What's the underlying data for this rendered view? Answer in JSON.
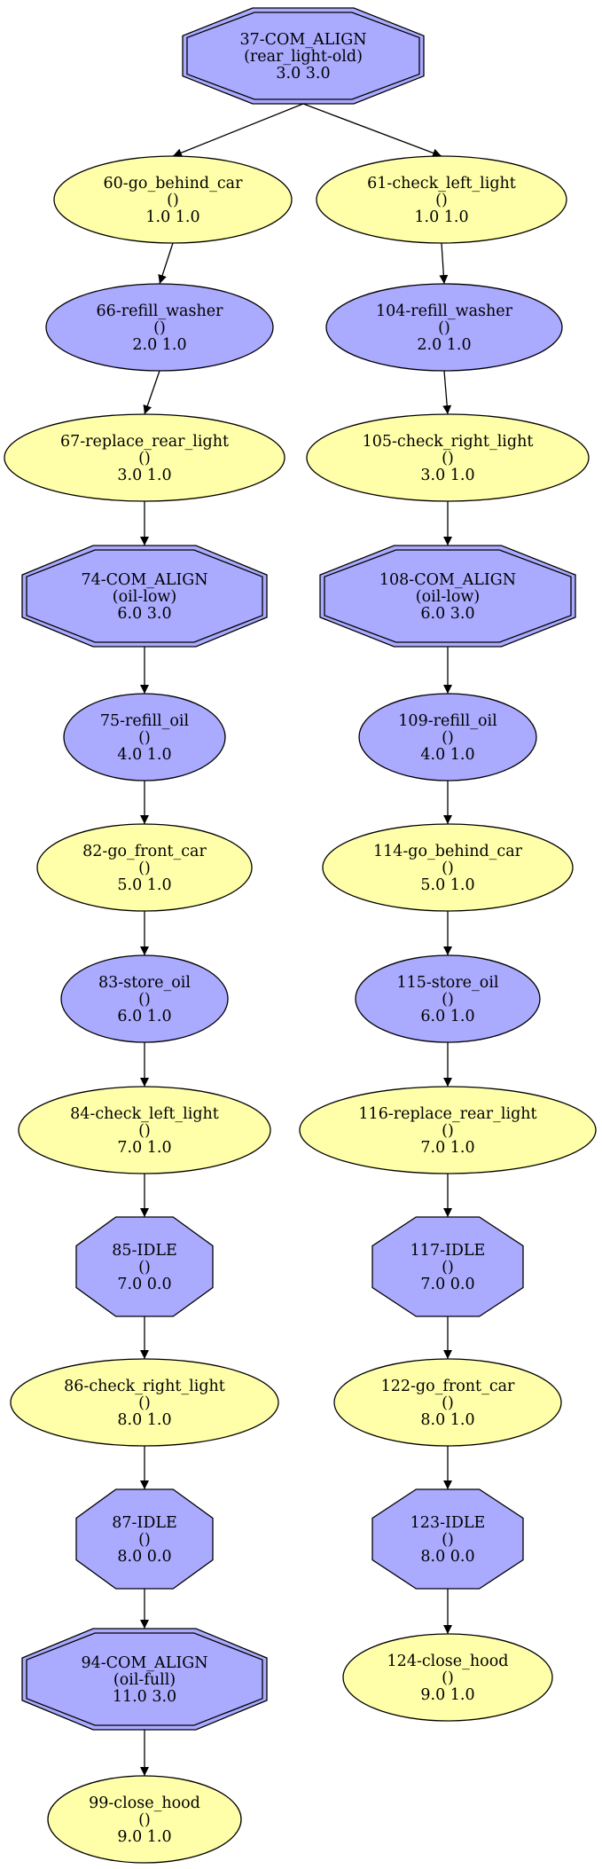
{
  "colors": {
    "yellow_fill": "#ffffaa",
    "blue_fill": "#aaaaff",
    "stroke": "#000000",
    "background": "#ffffff"
  },
  "nodes": [
    {
      "id": "n37",
      "shape": "double-octagon",
      "fill": "blue",
      "lines": [
        "37-COM_ALIGN",
        "(rear_light-old)",
        "3.0 3.0"
      ]
    },
    {
      "id": "n60",
      "shape": "ellipse",
      "fill": "yellow",
      "lines": [
        "60-go_behind_car",
        "()",
        "1.0 1.0"
      ]
    },
    {
      "id": "n61",
      "shape": "ellipse",
      "fill": "yellow",
      "lines": [
        "61-check_left_light",
        "()",
        "1.0 1.0"
      ]
    },
    {
      "id": "n66",
      "shape": "ellipse",
      "fill": "blue",
      "lines": [
        "66-refill_washer",
        "()",
        "2.0 1.0"
      ]
    },
    {
      "id": "n104",
      "shape": "ellipse",
      "fill": "blue",
      "lines": [
        "104-refill_washer",
        "()",
        "2.0 1.0"
      ]
    },
    {
      "id": "n67",
      "shape": "ellipse",
      "fill": "yellow",
      "lines": [
        "67-replace_rear_light",
        "()",
        "3.0 1.0"
      ]
    },
    {
      "id": "n105",
      "shape": "ellipse",
      "fill": "yellow",
      "lines": [
        "105-check_right_light",
        "()",
        "3.0 1.0"
      ]
    },
    {
      "id": "n74",
      "shape": "double-octagon",
      "fill": "blue",
      "lines": [
        "74-COM_ALIGN",
        "(oil-low)",
        "6.0 3.0"
      ]
    },
    {
      "id": "n108",
      "shape": "double-octagon",
      "fill": "blue",
      "lines": [
        "108-COM_ALIGN",
        "(oil-low)",
        "6.0 3.0"
      ]
    },
    {
      "id": "n75",
      "shape": "ellipse",
      "fill": "blue",
      "lines": [
        "75-refill_oil",
        "()",
        "4.0 1.0"
      ]
    },
    {
      "id": "n109",
      "shape": "ellipse",
      "fill": "blue",
      "lines": [
        "109-refill_oil",
        "()",
        "4.0 1.0"
      ]
    },
    {
      "id": "n82",
      "shape": "ellipse",
      "fill": "yellow",
      "lines": [
        "82-go_front_car",
        "()",
        "5.0 1.0"
      ]
    },
    {
      "id": "n114",
      "shape": "ellipse",
      "fill": "yellow",
      "lines": [
        "114-go_behind_car",
        "()",
        "5.0 1.0"
      ]
    },
    {
      "id": "n83",
      "shape": "ellipse",
      "fill": "blue",
      "lines": [
        "83-store_oil",
        "()",
        "6.0 1.0"
      ]
    },
    {
      "id": "n115",
      "shape": "ellipse",
      "fill": "blue",
      "lines": [
        "115-store_oil",
        "()",
        "6.0 1.0"
      ]
    },
    {
      "id": "n84",
      "shape": "ellipse",
      "fill": "yellow",
      "lines": [
        "84-check_left_light",
        "()",
        "7.0 1.0"
      ]
    },
    {
      "id": "n116",
      "shape": "ellipse",
      "fill": "yellow",
      "lines": [
        "116-replace_rear_light",
        "()",
        "7.0 1.0"
      ]
    },
    {
      "id": "n85",
      "shape": "octagon",
      "fill": "blue",
      "lines": [
        "85-IDLE",
        "()",
        "7.0 0.0"
      ]
    },
    {
      "id": "n117",
      "shape": "octagon",
      "fill": "blue",
      "lines": [
        "117-IDLE",
        "()",
        "7.0 0.0"
      ]
    },
    {
      "id": "n86",
      "shape": "ellipse",
      "fill": "yellow",
      "lines": [
        "86-check_right_light",
        "()",
        "8.0 1.0"
      ]
    },
    {
      "id": "n122",
      "shape": "ellipse",
      "fill": "yellow",
      "lines": [
        "122-go_front_car",
        "()",
        "8.0 1.0"
      ]
    },
    {
      "id": "n87",
      "shape": "octagon",
      "fill": "blue",
      "lines": [
        "87-IDLE",
        "()",
        "8.0 0.0"
      ]
    },
    {
      "id": "n123",
      "shape": "octagon",
      "fill": "blue",
      "lines": [
        "123-IDLE",
        "()",
        "8.0 0.0"
      ]
    },
    {
      "id": "n94",
      "shape": "double-octagon",
      "fill": "blue",
      "lines": [
        "94-COM_ALIGN",
        "(oil-full)",
        "11.0 3.0"
      ]
    },
    {
      "id": "n124",
      "shape": "ellipse",
      "fill": "yellow",
      "lines": [
        "124-close_hood",
        "()",
        "9.0 1.0"
      ]
    },
    {
      "id": "n99",
      "shape": "ellipse",
      "fill": "yellow",
      "lines": [
        "99-close_hood",
        "()",
        "9.0 1.0"
      ]
    }
  ],
  "edges": [
    [
      "n37",
      "n60"
    ],
    [
      "n37",
      "n61"
    ],
    [
      "n60",
      "n66"
    ],
    [
      "n66",
      "n67"
    ],
    [
      "n67",
      "n74"
    ],
    [
      "n74",
      "n75"
    ],
    [
      "n75",
      "n82"
    ],
    [
      "n82",
      "n83"
    ],
    [
      "n83",
      "n84"
    ],
    [
      "n84",
      "n85"
    ],
    [
      "n85",
      "n86"
    ],
    [
      "n86",
      "n87"
    ],
    [
      "n87",
      "n94"
    ],
    [
      "n94",
      "n99"
    ],
    [
      "n61",
      "n104"
    ],
    [
      "n104",
      "n105"
    ],
    [
      "n105",
      "n108"
    ],
    [
      "n108",
      "n109"
    ],
    [
      "n109",
      "n114"
    ],
    [
      "n114",
      "n115"
    ],
    [
      "n115",
      "n116"
    ],
    [
      "n116",
      "n117"
    ],
    [
      "n117",
      "n122"
    ],
    [
      "n122",
      "n123"
    ],
    [
      "n123",
      "n124"
    ]
  ]
}
